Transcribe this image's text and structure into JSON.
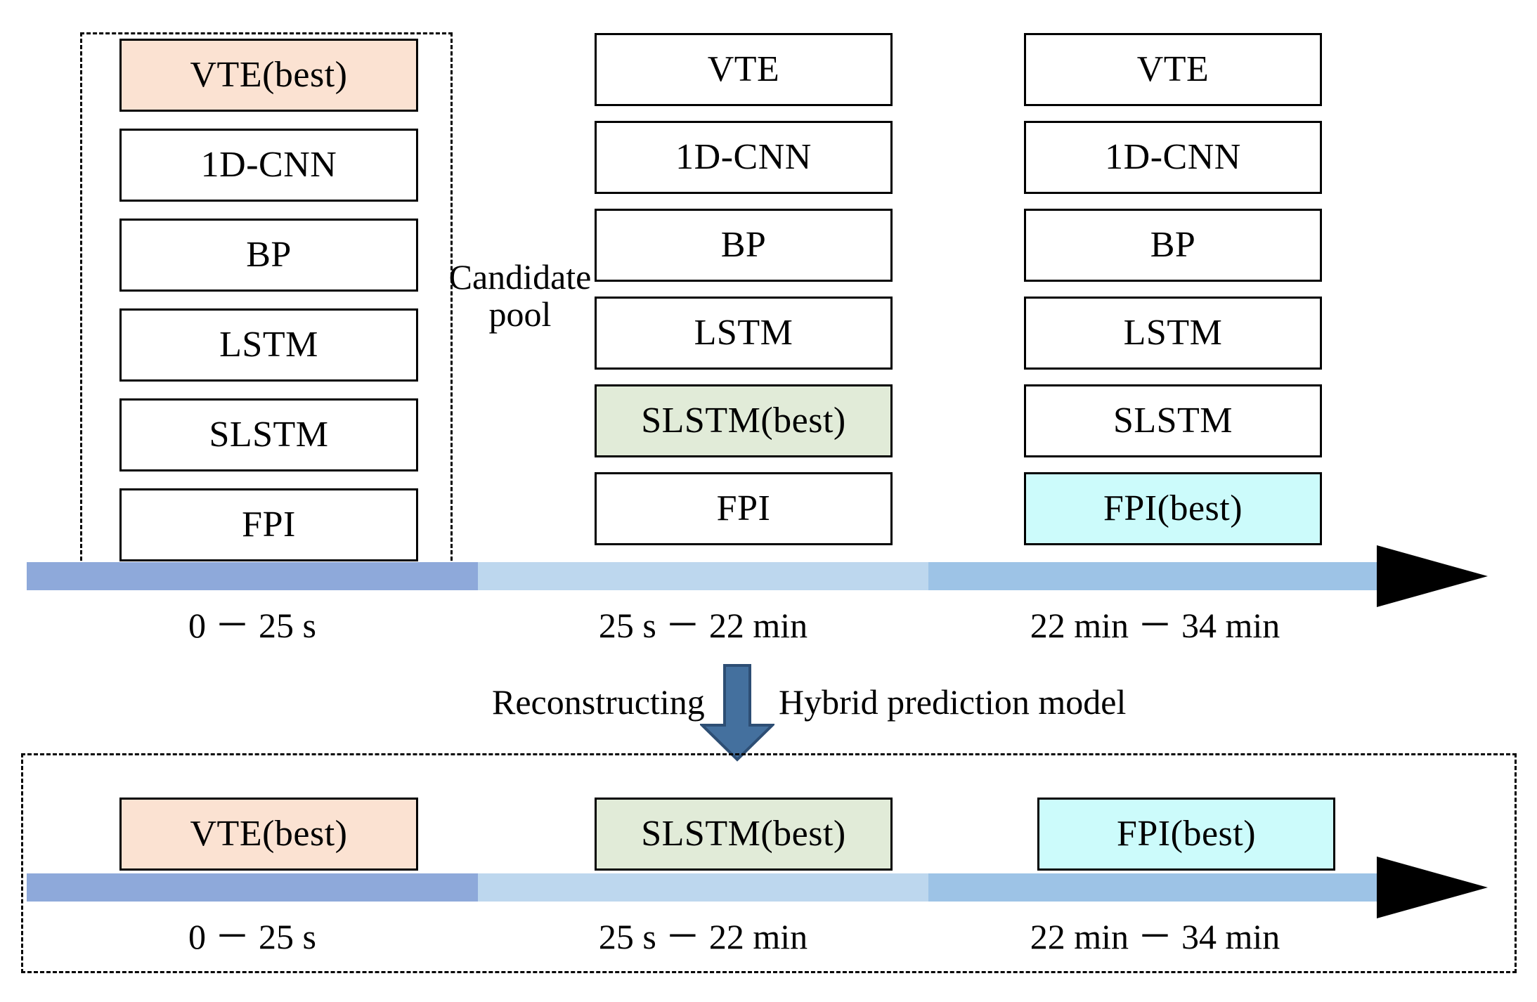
{
  "diagram": {
    "title_absent": true,
    "candidate_pool_label": "Candidate\npool",
    "candidate_pool_line1": "Candidate",
    "candidate_pool_line2": "pool",
    "reconstructing_label": "Reconstructing",
    "hybrid_label": "Hybrid prediction model",
    "colors": {
      "peach": "#fbe2d2",
      "green": "#e1ebd8",
      "cyan": "#ccfbfb",
      "segment1": "#8ea9da",
      "segment2": "#bdd7ee",
      "segment3": "#9dc3e6",
      "arrow_black": "#000000",
      "arrow_blue_fill": "#44709e",
      "arrow_blue_stroke": "#2d4e74",
      "box_border": "#000000"
    }
  },
  "top_panel": {
    "columns": [
      {
        "id": "column-1",
        "in_candidate_pool": true,
        "models": [
          {
            "label": "VTE(best)",
            "highlight": "peach"
          },
          {
            "label": "1D-CNN",
            "highlight": "none"
          },
          {
            "label": "BP",
            "highlight": "none"
          },
          {
            "label": "LSTM",
            "highlight": "none"
          },
          {
            "label": "SLSTM",
            "highlight": "none"
          },
          {
            "label": "FPI",
            "highlight": "none"
          }
        ]
      },
      {
        "id": "column-2",
        "in_candidate_pool": false,
        "models": [
          {
            "label": "VTE",
            "highlight": "none"
          },
          {
            "label": "1D-CNN",
            "highlight": "none"
          },
          {
            "label": "BP",
            "highlight": "none"
          },
          {
            "label": "LSTM",
            "highlight": "none"
          },
          {
            "label": "SLSTM(best)",
            "highlight": "green"
          },
          {
            "label": "FPI",
            "highlight": "none"
          }
        ]
      },
      {
        "id": "column-3",
        "in_candidate_pool": false,
        "models": [
          {
            "label": "VTE",
            "highlight": "none"
          },
          {
            "label": "1D-CNN",
            "highlight": "none"
          },
          {
            "label": "BP",
            "highlight": "none"
          },
          {
            "label": "LSTM",
            "highlight": "none"
          },
          {
            "label": "SLSTM",
            "highlight": "none"
          },
          {
            "label": "FPI(best)",
            "highlight": "cyan"
          }
        ]
      }
    ],
    "timeline": {
      "segments": [
        {
          "label": "0 － 25 s",
          "color": "#8ea9da"
        },
        {
          "label": "25 s － 22 min",
          "color": "#bdd7ee"
        },
        {
          "label": "22 min － 34 min",
          "color": "#9dc3e6"
        }
      ]
    }
  },
  "bottom_panel": {
    "models": [
      {
        "label": "VTE(best)",
        "highlight": "peach"
      },
      {
        "label": "SLSTM(best)",
        "highlight": "green"
      },
      {
        "label": "FPI(best)",
        "highlight": "cyan"
      }
    ],
    "timeline": {
      "segments": [
        {
          "label": "0 － 25 s",
          "color": "#8ea9da"
        },
        {
          "label": "25 s － 22 min",
          "color": "#bdd7ee"
        },
        {
          "label": "22 min － 34 min",
          "color": "#9dc3e6"
        }
      ]
    }
  }
}
